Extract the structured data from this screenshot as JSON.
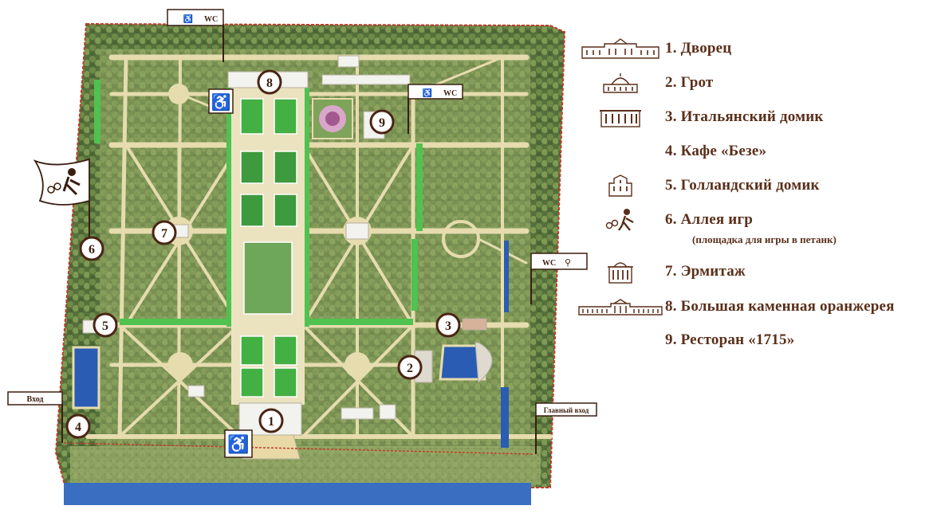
{
  "markers": [
    {
      "num": "1",
      "name": "Дворец"
    },
    {
      "num": "2",
      "name": "Грот"
    },
    {
      "num": "3",
      "name": "Итальянский домик"
    },
    {
      "num": "4",
      "name": "Кафе «Безе»"
    },
    {
      "num": "5",
      "name": "Голландский домик"
    },
    {
      "num": "6",
      "name": "Аллея игр"
    },
    {
      "num": "7",
      "name": "Эрмитаж"
    },
    {
      "num": "8",
      "name": "Большая каменная оранжерея"
    },
    {
      "num": "9",
      "name": "Ресторан «1715»"
    }
  ],
  "legend": [
    {
      "label": "1. Дворец",
      "icon": "palace-icon"
    },
    {
      "label": "2. Грот",
      "icon": "grotto-icon"
    },
    {
      "label": "3. Итальянский домик",
      "icon": "italian-house-icon"
    },
    {
      "label": "4. Кафе «Безе»",
      "icon": ""
    },
    {
      "label": "5. Голландский домик",
      "icon": "dutch-house-icon"
    },
    {
      "label": "6. Аллея игр",
      "icon": "petanque-icon"
    },
    {
      "label": "7. Эрмитаж",
      "icon": "hermitage-icon"
    },
    {
      "label": "8. Большая каменная оранжерея",
      "icon": "orangery-icon"
    },
    {
      "label": "9. Ресторан «1715»",
      "icon": ""
    }
  ],
  "legend_sub": "(площадка для игры в петанк)",
  "signs": {
    "wc": "WC",
    "entrance": "Вход",
    "main_entrance": "Главный вход"
  },
  "colors": {
    "legend_text": "#5a2f1a",
    "marker_fill": "#ffffff",
    "marker_stroke": "#4a2514",
    "forest": "#55703a",
    "path": "#e6dcae",
    "parterre": "#43b043",
    "water": "#2a5cb3",
    "boundary": "#c33a2a"
  }
}
